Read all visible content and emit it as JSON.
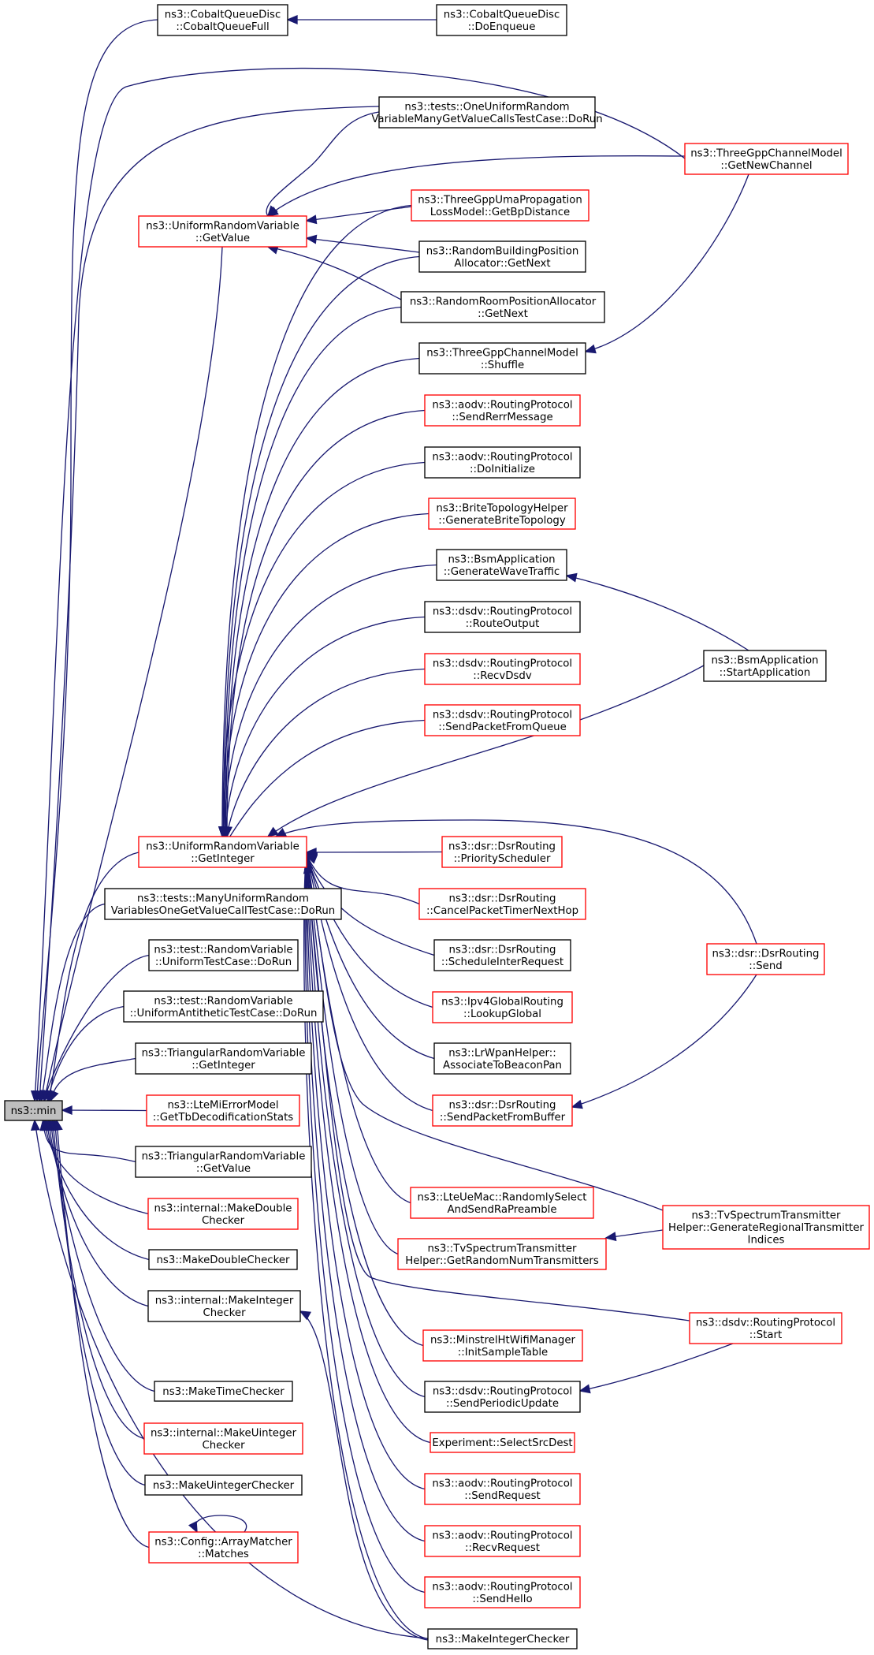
{
  "title": "ns3::min",
  "colors": {
    "edge": "#191970",
    "border_default": "#000000",
    "border_missing": "#ff0000",
    "root_fill": "#bfbfbf"
  },
  "nodes": {
    "min": {
      "lines": [
        "ns3::min"
      ],
      "style": "root"
    },
    "cobaltFull": {
      "lines": [
        "ns3::CobaltQueueDisc",
        "::CobaltQueueFull"
      ],
      "style": "black"
    },
    "cobaltEnq": {
      "lines": [
        "ns3::CobaltQueueDisc",
        "::DoEnqueue"
      ],
      "style": "black"
    },
    "oneUniform": {
      "lines": [
        "ns3::tests::OneUniformRandom",
        "VariableManyGetValueCallsTestCase::DoRun"
      ],
      "style": "black"
    },
    "tgppNewChannel": {
      "lines": [
        "ns3::ThreeGppChannelModel",
        "::GetNewChannel"
      ],
      "style": "red"
    },
    "urvGetValue": {
      "lines": [
        "ns3::UniformRandomVariable",
        "::GetValue"
      ],
      "style": "red"
    },
    "tgppUma": {
      "lines": [
        "ns3::ThreeGppUmaPropagation",
        "LossModel::GetBpDistance"
      ],
      "style": "red"
    },
    "randBuilding": {
      "lines": [
        "ns3::RandomBuildingPosition",
        "Allocator::GetNext"
      ],
      "style": "black"
    },
    "randRoom": {
      "lines": [
        "ns3::RandomRoomPositionAllocator",
        "::GetNext"
      ],
      "style": "black"
    },
    "tgppShuffle": {
      "lines": [
        "ns3::ThreeGppChannelModel",
        "::Shuffle"
      ],
      "style": "black"
    },
    "aodvSendRerr": {
      "lines": [
        "ns3::aodv::RoutingProtocol",
        "::SendRerrMessage"
      ],
      "style": "red"
    },
    "aodvDoInit": {
      "lines": [
        "ns3::aodv::RoutingProtocol",
        "::DoInitialize"
      ],
      "style": "black"
    },
    "brite": {
      "lines": [
        "ns3::BriteTopologyHelper",
        "::GenerateBriteTopology"
      ],
      "style": "red"
    },
    "bsmWave": {
      "lines": [
        "ns3::BsmApplication",
        "::GenerateWaveTraffic"
      ],
      "style": "black"
    },
    "bsmStart": {
      "lines": [
        "ns3::BsmApplication",
        "::StartApplication"
      ],
      "style": "black"
    },
    "dsdvRouteOut": {
      "lines": [
        "ns3::dsdv::RoutingProtocol",
        "::RouteOutput"
      ],
      "style": "black"
    },
    "dsdvRecv": {
      "lines": [
        "ns3::dsdv::RoutingProtocol",
        "::RecvDsdv"
      ],
      "style": "red"
    },
    "dsdvSendQueue": {
      "lines": [
        "ns3::dsdv::RoutingProtocol",
        "::SendPacketFromQueue"
      ],
      "style": "red"
    },
    "urvGetInteger": {
      "lines": [
        "ns3::UniformRandomVariable",
        "::GetInteger"
      ],
      "style": "red"
    },
    "dsrPriority": {
      "lines": [
        "ns3::dsr::DsrRouting",
        "::PriorityScheduler"
      ],
      "style": "red"
    },
    "dsrCancel": {
      "lines": [
        "ns3::dsr::DsrRouting",
        "::CancelPacketTimerNextHop"
      ],
      "style": "red"
    },
    "dsrSchedule": {
      "lines": [
        "ns3::dsr::DsrRouting",
        "::ScheduleInterRequest"
      ],
      "style": "black"
    },
    "dsrSend": {
      "lines": [
        "ns3::dsr::DsrRouting",
        "::Send"
      ],
      "style": "red"
    },
    "ipv4Global": {
      "lines": [
        "ns3::Ipv4GlobalRouting",
        "::LookupGlobal"
      ],
      "style": "red"
    },
    "lrwpan": {
      "lines": [
        "ns3::LrWpanHelper::",
        "AssociateToBeaconPan"
      ],
      "style": "black"
    },
    "dsrSendBuffer": {
      "lines": [
        "ns3::dsr::DsrRouting",
        "::SendPacketFromBuffer"
      ],
      "style": "red"
    },
    "manyUniform": {
      "lines": [
        "ns3::tests::ManyUniformRandom",
        "VariablesOneGetValueCallTestCase::DoRun"
      ],
      "style": "black"
    },
    "uniformTest": {
      "lines": [
        "ns3::test::RandomVariable",
        "::UniformTestCase::DoRun"
      ],
      "style": "black"
    },
    "uniformAnti": {
      "lines": [
        "ns3::test::RandomVariable",
        "::UniformAntitheticTestCase::DoRun"
      ],
      "style": "black"
    },
    "triGetInteger": {
      "lines": [
        "ns3::TriangularRandomVariable",
        "::GetInteger"
      ],
      "style": "black"
    },
    "lteMiError": {
      "lines": [
        "ns3::LteMiErrorModel",
        "::GetTbDecodificationStats"
      ],
      "style": "red"
    },
    "triGetValue": {
      "lines": [
        "ns3::TriangularRandomVariable",
        "::GetValue"
      ],
      "style": "black"
    },
    "intMakeDouble": {
      "lines": [
        "ns3::internal::MakeDouble",
        "Checker"
      ],
      "style": "red"
    },
    "makeDouble": {
      "lines": [
        "ns3::MakeDoubleChecker"
      ],
      "style": "black"
    },
    "intMakeInteger": {
      "lines": [
        "ns3::internal::MakeInteger",
        "Checker"
      ],
      "style": "black"
    },
    "makeTime": {
      "lines": [
        "ns3::MakeTimeChecker"
      ],
      "style": "black"
    },
    "intMakeUinteger": {
      "lines": [
        "ns3::internal::MakeUinteger",
        "Checker"
      ],
      "style": "red"
    },
    "makeUinteger": {
      "lines": [
        "ns3::MakeUintegerChecker"
      ],
      "style": "black"
    },
    "arrayMatcher": {
      "lines": [
        "ns3::Config::ArrayMatcher",
        "::Matches"
      ],
      "style": "red"
    },
    "lteUeMac": {
      "lines": [
        "ns3::LteUeMac::RandomlySelect",
        "AndSendRaPreamble"
      ],
      "style": "red"
    },
    "tvRegional": {
      "lines": [
        "ns3::TvSpectrumTransmitter",
        "Helper::GenerateRegionalTransmitter",
        "Indices"
      ],
      "style": "red"
    },
    "tvRandomNum": {
      "lines": [
        "ns3::TvSpectrumTransmitter",
        "Helper::GetRandomNumTransmitters"
      ],
      "style": "red"
    },
    "dsdvStart": {
      "lines": [
        "ns3::dsdv::RoutingProtocol",
        "::Start"
      ],
      "style": "red"
    },
    "minstrel": {
      "lines": [
        "ns3::MinstrelHtWifiManager",
        "::InitSampleTable"
      ],
      "style": "red"
    },
    "dsdvPeriodic": {
      "lines": [
        "ns3::dsdv::RoutingProtocol",
        "::SendPeriodicUpdate"
      ],
      "style": "black"
    },
    "experiment": {
      "lines": [
        "Experiment::SelectSrcDest"
      ],
      "style": "red"
    },
    "aodvSendReq": {
      "lines": [
        "ns3::aodv::RoutingProtocol",
        "::SendRequest"
      ],
      "style": "red"
    },
    "aodvRecvReq": {
      "lines": [
        "ns3::aodv::RoutingProtocol",
        "::RecvRequest"
      ],
      "style": "red"
    },
    "aodvHello": {
      "lines": [
        "ns3::aodv::RoutingProtocol",
        "::SendHello"
      ],
      "style": "red"
    },
    "makeInteger": {
      "lines": [
        "ns3::MakeIntegerChecker"
      ],
      "style": "black"
    }
  }
}
